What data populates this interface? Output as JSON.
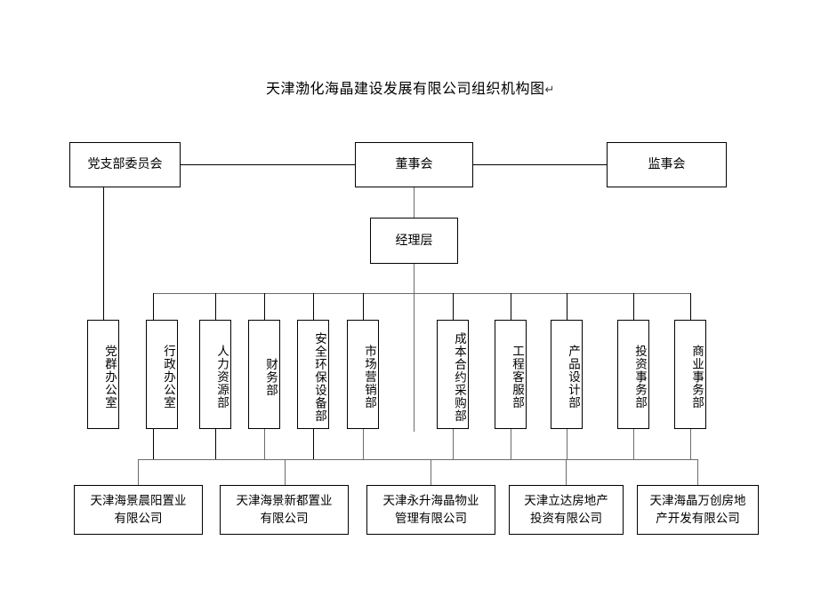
{
  "title": {
    "text": "天津渤化海晶建设发展有限公司组织机构图",
    "pilcrow": "↵"
  },
  "top_level": {
    "party_committee": "党支部委员会",
    "board_of_directors": "董事会",
    "board_of_supervisors": "监事会",
    "management": "经理层"
  },
  "departments": [
    {
      "label": "党群办公室"
    },
    {
      "label": "行政办公室"
    },
    {
      "label": "人力资源部"
    },
    {
      "label": "财务部"
    },
    {
      "label": "安全环保设备部"
    },
    {
      "label": "市场营销部"
    },
    {
      "label": "成本合约采购部"
    },
    {
      "label": "工程客服部"
    },
    {
      "label": "产品设计部"
    },
    {
      "label": "投资事务部"
    },
    {
      "label": "商业事务部"
    }
  ],
  "subsidiaries": [
    {
      "line1": "天津海景晨阳置业",
      "line2": "有限公司"
    },
    {
      "line1": "天津海景新都置业",
      "line2": "有限公司"
    },
    {
      "line1": "天津永升海晶物业",
      "line2": "管理有限公司"
    },
    {
      "line1": "天津立达房地产",
      "line2": "投资有限公司"
    },
    {
      "line1": "天津海晶万创房地",
      "line2": "产开发有限公司"
    }
  ],
  "colors": {
    "line": "#000000",
    "line_grey": "#6b6b6b",
    "text": "#000000",
    "background": "#ffffff"
  }
}
